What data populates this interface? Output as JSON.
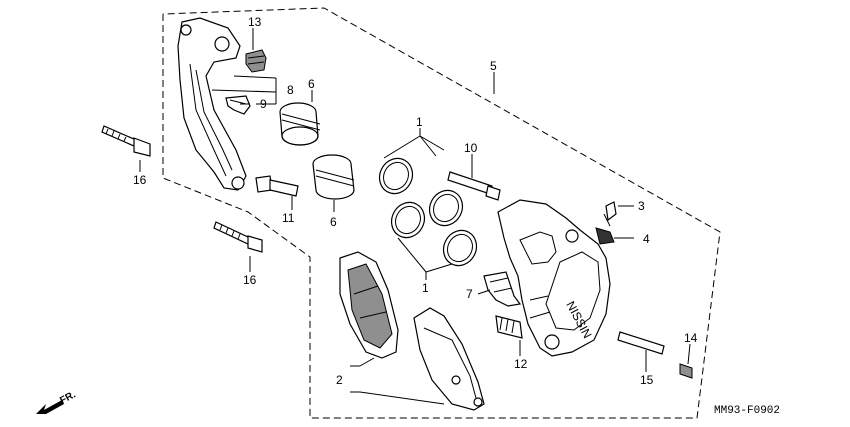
{
  "diagram": {
    "callouts": {
      "c1a": "1",
      "c1b": "1",
      "c2": "2",
      "c3": "3",
      "c4": "4",
      "c5": "5",
      "c6a": "6",
      "c6b": "6",
      "c7": "7",
      "c8": "8",
      "c9": "9",
      "c10": "10",
      "c11": "11",
      "c12": "12",
      "c13": "13",
      "c14": "14",
      "c15": "15",
      "c16a": "16",
      "c16b": "16"
    },
    "caliper_brand": "NISSIN",
    "direction_label": "FR.",
    "figure_code": "MM93-F0902"
  }
}
